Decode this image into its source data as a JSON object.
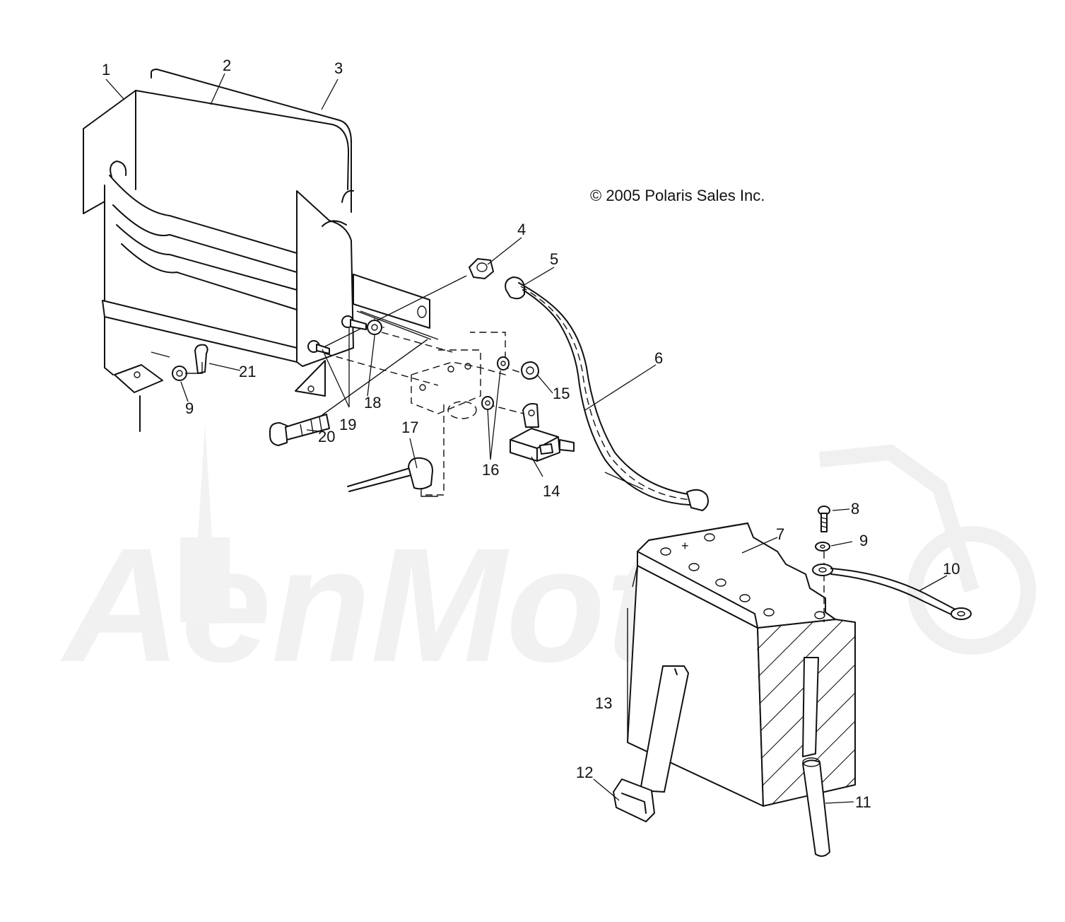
{
  "copyright": "© 2005 Polaris Sales Inc.",
  "watermark": {
    "text": "AenMoto"
  },
  "battery_terminal_mark": "+",
  "callouts": [
    {
      "id": "1",
      "label": "1",
      "part": "battery-box-cover-left"
    },
    {
      "id": "2",
      "label": "2",
      "part": "battery-box-cover"
    },
    {
      "id": "3",
      "label": "3",
      "part": "battery-box-cover-edge"
    },
    {
      "id": "4",
      "label": "4",
      "part": "nut"
    },
    {
      "id": "5",
      "label": "5",
      "part": "terminal-boot"
    },
    {
      "id": "6",
      "label": "6",
      "part": "battery-cable-positive"
    },
    {
      "id": "7",
      "label": "7",
      "part": "battery"
    },
    {
      "id": "8",
      "label": "8",
      "part": "screw"
    },
    {
      "id": "9a",
      "label": "9",
      "part": "star-washer-left"
    },
    {
      "id": "9b",
      "label": "9",
      "part": "star-washer-right"
    },
    {
      "id": "10",
      "label": "10",
      "part": "battery-cable-negative"
    },
    {
      "id": "11",
      "label": "11",
      "part": "vent-hose"
    },
    {
      "id": "12",
      "label": "12",
      "part": "strap-buckle"
    },
    {
      "id": "13",
      "label": "13",
      "part": "battery-strap"
    },
    {
      "id": "14",
      "label": "14",
      "part": "relay"
    },
    {
      "id": "15",
      "label": "15",
      "part": "nut"
    },
    {
      "id": "16",
      "label": "16",
      "part": "washers"
    },
    {
      "id": "17",
      "label": "17",
      "part": "cable-boot"
    },
    {
      "id": "18",
      "label": "18",
      "part": "star-washer"
    },
    {
      "id": "19",
      "label": "19",
      "part": "screws"
    },
    {
      "id": "20",
      "label": "20",
      "part": "bolt"
    },
    {
      "id": "21",
      "label": "21",
      "part": "screw"
    }
  ]
}
